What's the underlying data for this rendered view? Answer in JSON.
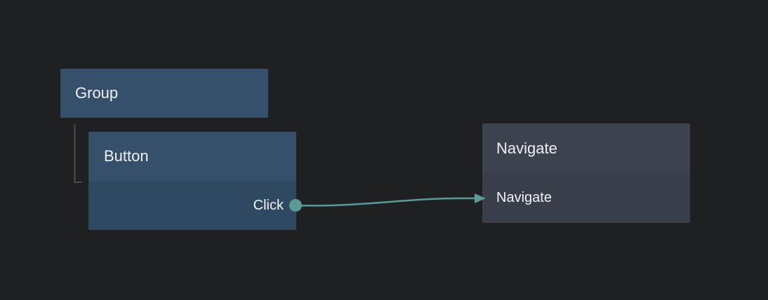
{
  "canvas": {
    "background_color": "#1f2022"
  },
  "colors": {
    "blue_node_header": "#36506b",
    "blue_node_body": "#2f4963",
    "gray_node_header": "#3d424f",
    "gray_node_body": "#393e4a",
    "wire_teal": "#5b9a96",
    "tree_line_gray": "#4b4c4e",
    "text": "#eef0f2"
  },
  "nodes": {
    "group": {
      "title": "Group"
    },
    "button": {
      "title": "Button",
      "output_port_label": "Click"
    },
    "navigate": {
      "title": "Navigate",
      "action_label": "Navigate"
    }
  },
  "edges": {
    "click_to_navigate": {
      "from_port_label": "Click",
      "to_node_title": "Navigate"
    }
  }
}
